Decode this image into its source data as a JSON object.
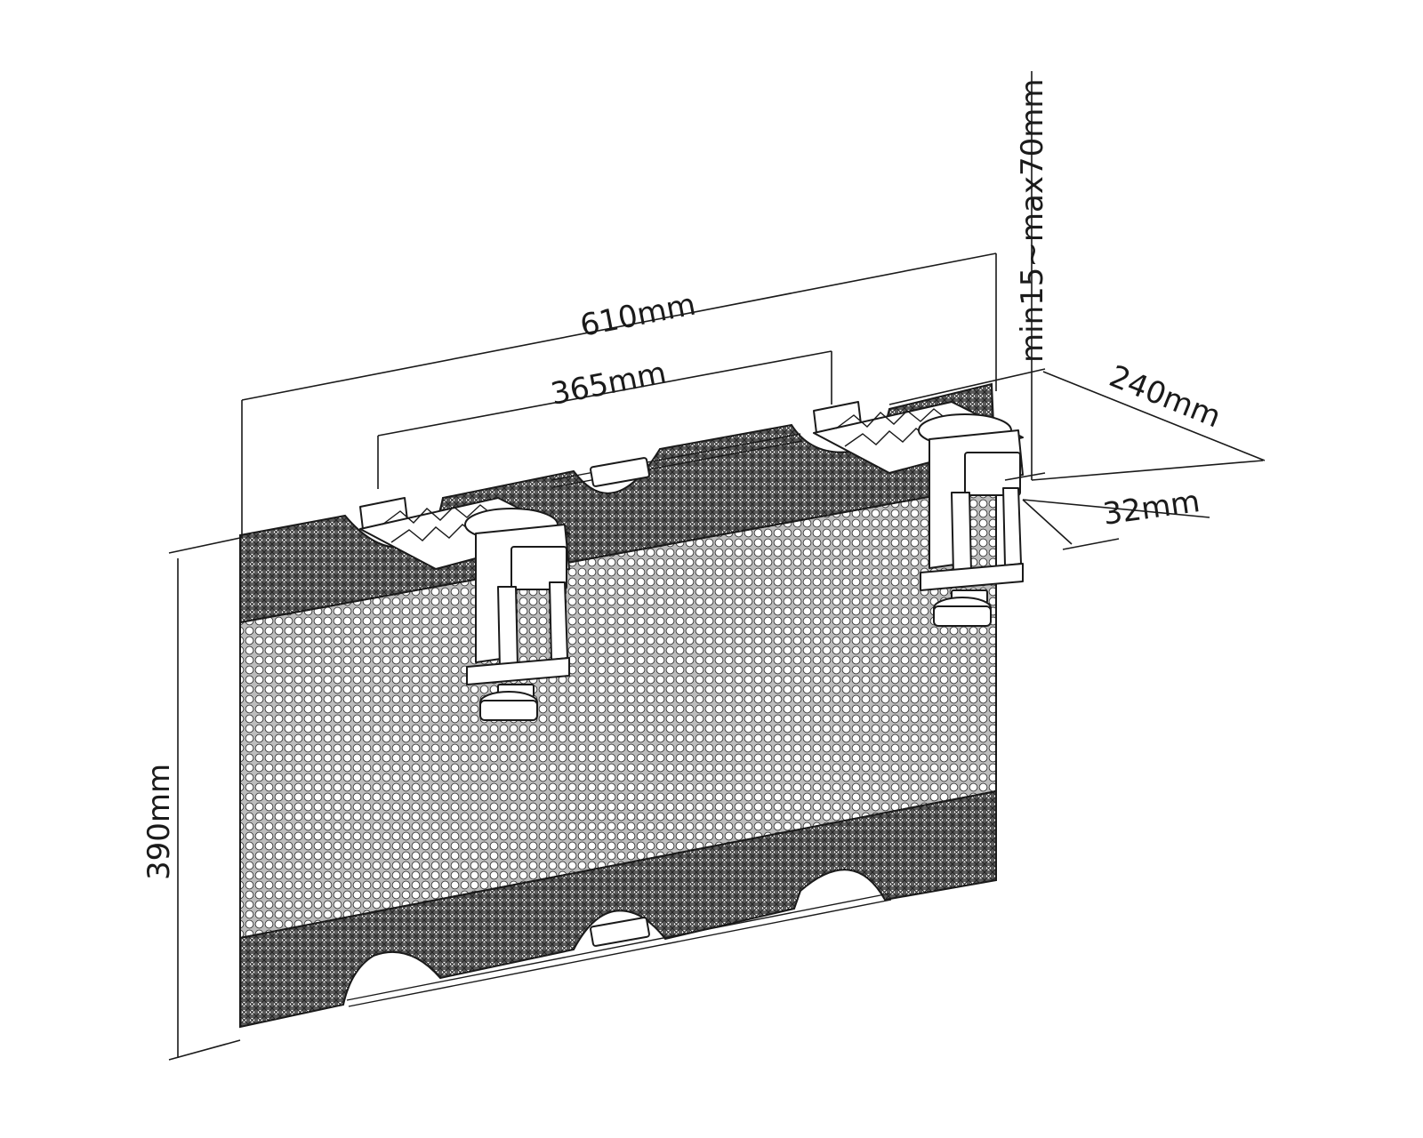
{
  "dimensions": {
    "total_width": "610mm",
    "clamp_spacing": "365mm",
    "height": "390mm",
    "depth": "240mm",
    "clamp_thickness": "32mm",
    "desk_thickness_range": "min15~max70mm"
  },
  "colors": {
    "line": "#1a1a1a",
    "background": "#ffffff"
  }
}
